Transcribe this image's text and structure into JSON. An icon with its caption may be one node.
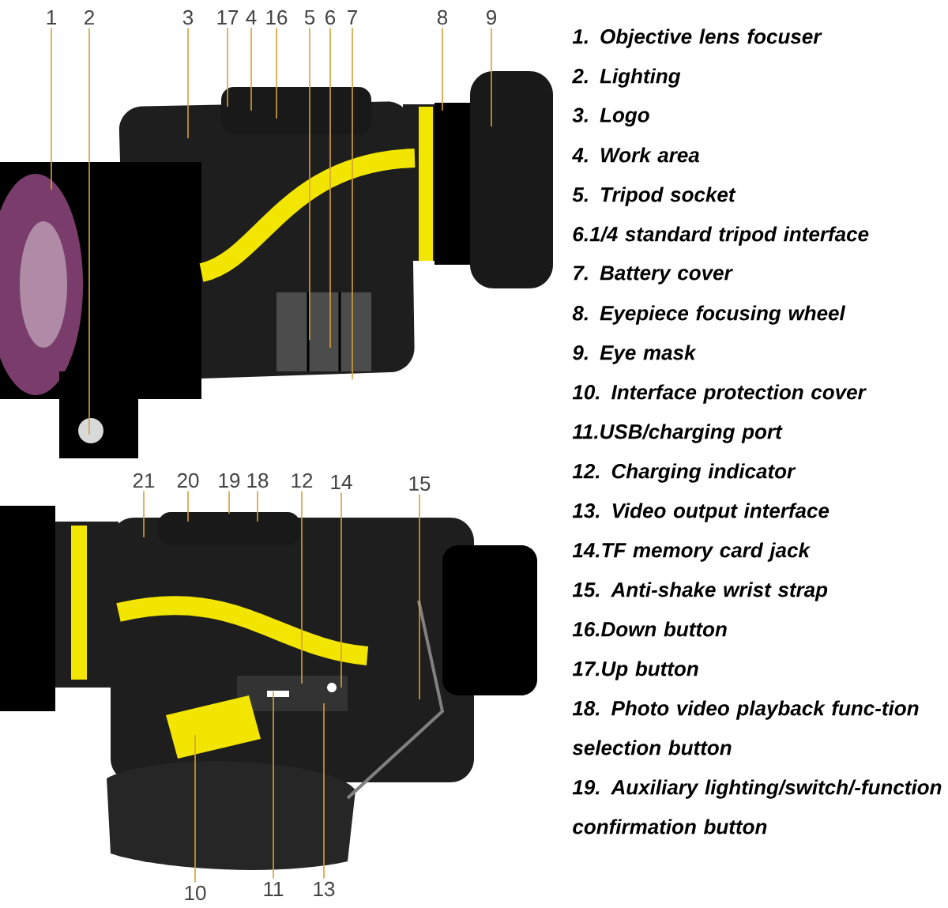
{
  "diagram": {
    "nodes": [
      {
        "text": [
          "1"
        ]
      },
      {
        "text": [
          "2"
        ]
      },
      {
        "text": [
          "3"
        ]
      },
      {
        "text": [
          "17"
        ]
      },
      {
        "text": [
          "4"
        ]
      },
      {
        "text": [
          "16"
        ]
      },
      {
        "text": [
          "5"
        ]
      },
      {
        "text": [
          "6"
        ]
      },
      {
        "text": [
          "7"
        ]
      },
      {
        "text": [
          "8"
        ]
      },
      {
        "text": [
          "9"
        ]
      },
      {
        "text": [
          "21"
        ]
      },
      {
        "text": [
          "20"
        ]
      },
      {
        "text": [
          "19"
        ]
      },
      {
        "text": [
          "18"
        ]
      },
      {
        "text": [
          "12"
        ]
      },
      {
        "text": [
          "14"
        ]
      },
      {
        "text": [
          "15"
        ]
      },
      {
        "text": [
          "10"
        ]
      },
      {
        "text": [
          "11"
        ]
      },
      {
        "text": [
          "13"
        ]
      }
    ],
    "edges": [
      {
        "from": 0,
        "to": null,
        "arrow": "none"
      },
      {
        "from": 1,
        "to": null,
        "arrow": "none"
      },
      {
        "from": 2,
        "to": null,
        "arrow": "none"
      },
      {
        "from": 3,
        "to": null,
        "arrow": "none"
      },
      {
        "from": 4,
        "to": null,
        "arrow": "none"
      },
      {
        "from": 5,
        "to": null,
        "arrow": "none"
      },
      {
        "from": 6,
        "to": null,
        "arrow": "none"
      },
      {
        "from": 7,
        "to": null,
        "arrow": "none"
      },
      {
        "from": 8,
        "to": null,
        "arrow": "none"
      },
      {
        "from": 9,
        "to": null,
        "arrow": "none"
      },
      {
        "from": 10,
        "to": null,
        "arrow": "none"
      },
      {
        "from": 11,
        "to": null,
        "arrow": "none"
      },
      {
        "from": 12,
        "to": null,
        "arrow": "none"
      },
      {
        "from": 13,
        "to": null,
        "arrow": "none"
      },
      {
        "from": 14,
        "to": null,
        "arrow": "none"
      },
      {
        "from": 15,
        "to": null,
        "arrow": "none"
      },
      {
        "from": 16,
        "to": null,
        "arrow": "none"
      },
      {
        "from": 17,
        "to": null,
        "arrow": "none"
      },
      {
        "from": 18,
        "to": null,
        "arrow": "none"
      },
      {
        "from": 19,
        "to": null,
        "arrow": "none"
      },
      {
        "from": 20,
        "to": null,
        "arrow": "none"
      }
    ],
    "labels": [
      "1. Objective lens focuser",
      "2. Lighting",
      "3. Logo",
      "4. Work area",
      "5. Tripod socket",
      "6.1/4 standard tripod interface",
      "7. Battery cover",
      "8. Eyepiece focusing wheel",
      "9. Eye mask",
      "10. Interface protection cover",
      "11.USB/charging port",
      "12. Charging indicator",
      "13. Video output interface",
      "14.TF memory card jack",
      "15. Anti-shake wrist strap",
      "16.Down button",
      "17.Up button",
      "18. Photo video playback func-tion selection button",
      "19. Auxiliary lighting/switch/-function confirmation button"
    ]
  }
}
